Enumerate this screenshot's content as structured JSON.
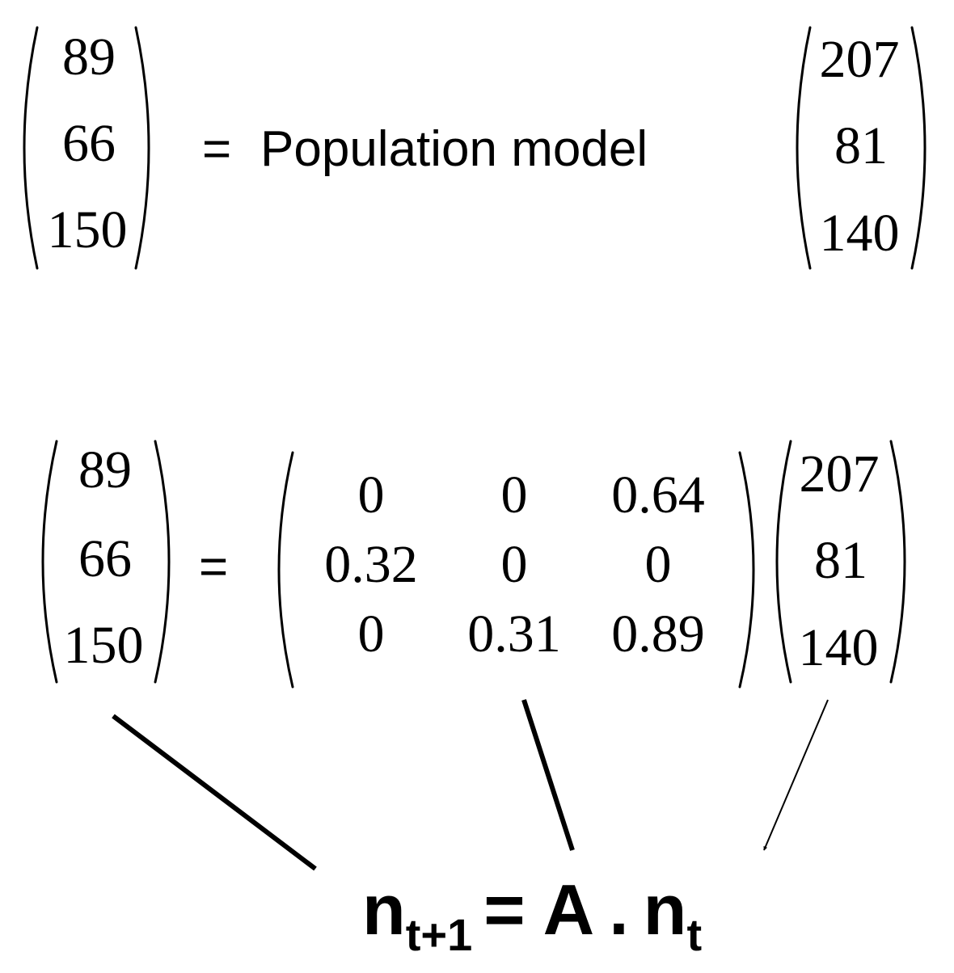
{
  "top_equation": {
    "lhs_vector": [
      "89",
      "66",
      "150"
    ],
    "equals": "=",
    "label": "Population model",
    "rhs_vector": [
      "207",
      "81",
      "140"
    ]
  },
  "matrix_equation": {
    "lhs_vector": [
      "89",
      "66",
      "150"
    ],
    "equals": "=",
    "matrix": [
      [
        "0",
        "0",
        "0.64"
      ],
      [
        "0.32",
        "0",
        "0"
      ],
      [
        "0",
        "0.31",
        "0.89"
      ]
    ],
    "rhs_vector": [
      "207",
      "81",
      "140"
    ]
  },
  "formula": {
    "n_lhs": "n",
    "sub_lhs": "t+1",
    "equals": "=",
    "a": "A",
    "dot": ".",
    "n_rhs": "n",
    "sub_rhs": "t"
  }
}
